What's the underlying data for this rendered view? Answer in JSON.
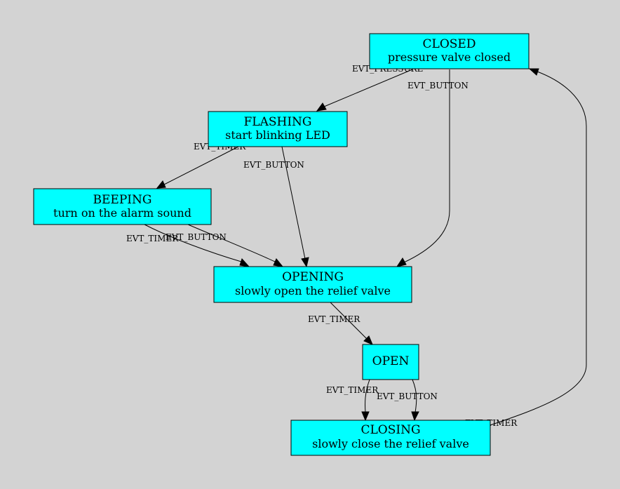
{
  "colors": {
    "background": "#d3d3d3",
    "node_fill": "#00ffff",
    "stroke": "#000000"
  },
  "nodes": {
    "closed": {
      "name": "CLOSED",
      "desc": "pressure valve closed"
    },
    "flashing": {
      "name": "FLASHING",
      "desc": "start blinking LED"
    },
    "beeping": {
      "name": "BEEPING",
      "desc": "turn on the alarm sound"
    },
    "opening": {
      "name": "OPENING",
      "desc": "slowly open the relief valve"
    },
    "open": {
      "name": "OPEN"
    },
    "closing": {
      "name": "CLOSING",
      "desc": "slowly close the relief valve"
    }
  },
  "edges": {
    "closed_flashing": "EVT_PRESSURE",
    "closed_opening": "EVT_BUTTON",
    "flashing_beeping": "EVT_TIMER",
    "flashing_opening": "EVT_BUTTON",
    "beeping_opening_timer": "EVT_TIMER",
    "beeping_opening_button": "EVT_BUTTON",
    "opening_open": "EVT_TIMER",
    "open_closing_timer": "EVT_TIMER",
    "open_closing_button": "EVT_BUTTON",
    "closing_closed": "EVT_TIMER"
  }
}
